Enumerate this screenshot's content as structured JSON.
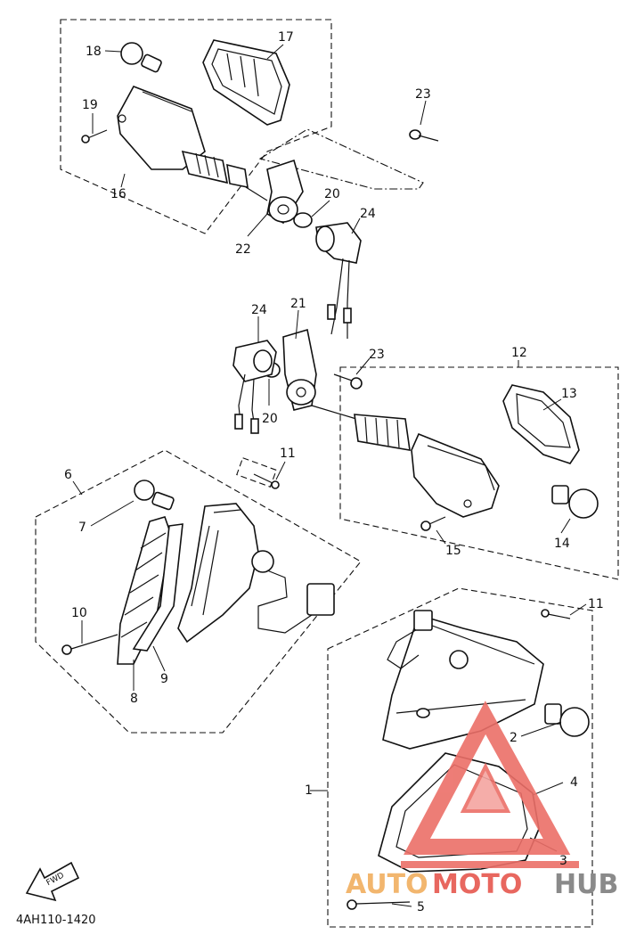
{
  "diagram": {
    "callouts": [
      "1",
      "2",
      "3",
      "4",
      "5",
      "6",
      "7",
      "8",
      "9",
      "10",
      "11",
      "11",
      "12",
      "13",
      "14",
      "15",
      "16",
      "17",
      "18",
      "19",
      "20",
      "20",
      "21",
      "22",
      "23",
      "23",
      "24",
      "24"
    ],
    "part_code": "4AH110-1420",
    "fwd_label": "FWD",
    "watermark": {
      "part1": "AUTO",
      "part2": "MOTO",
      "part3": "HUB"
    }
  }
}
